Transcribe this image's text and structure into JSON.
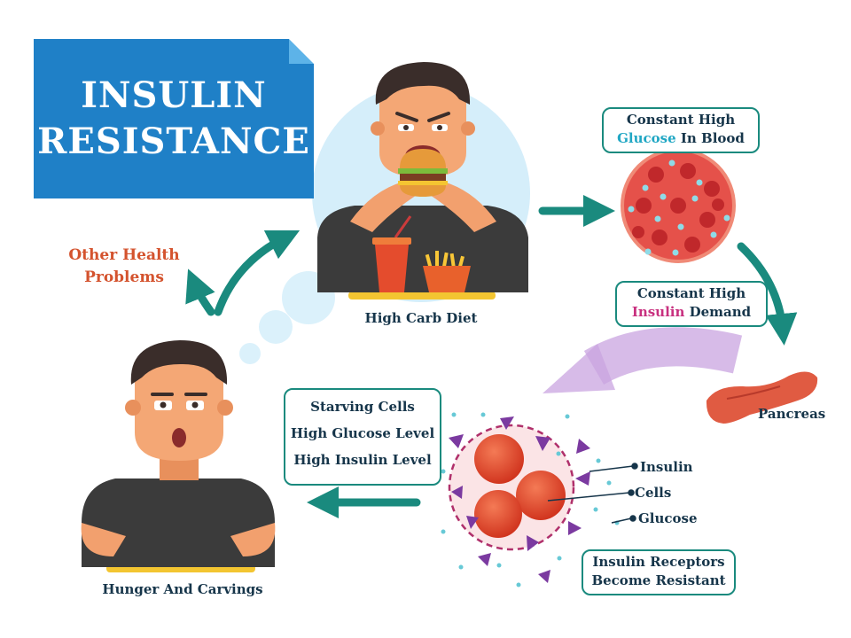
{
  "title": {
    "line1": "INSULIN",
    "line2": "RESISTANCE"
  },
  "nodes": {
    "high_carb_diet": "High Carb Diet",
    "glucose_box": {
      "part1": "Constant High",
      "highlight": "Glucose",
      "part2": "In Blood"
    },
    "insulin_demand_box": {
      "part1": "Constant High",
      "highlight": "Insulin",
      "part2": "Demand"
    },
    "pancreas": "Pancreas",
    "cell_labels": {
      "insulin": "Insulin",
      "cells": "Cells",
      "glucose": "Glucose"
    },
    "receptors_box": {
      "line1": "Insulin Receptors",
      "line2": "Become Resistant"
    },
    "starving_box": {
      "line1": "Starving Cells",
      "line2": "High Glucose Level",
      "line3": "High Insulin Level"
    },
    "hunger": "Hunger And Carvings",
    "other_health": {
      "line1": "Other Health",
      "line2": "Problems"
    }
  },
  "colors": {
    "title_bg": "#1f80c7",
    "arrow_teal": "#1a8a7e",
    "highlight_glucose": "#21a7c4",
    "highlight_insulin": "#c8307f",
    "other_health_text": "#d4532e",
    "receptor_purple": "#7b3aa0"
  },
  "icons": [
    "burger-icon",
    "soda-cup-icon",
    "fries-icon",
    "blood-cell-icon",
    "pancreas-icon",
    "insulin-triangle-icon",
    "cell-cluster-icon",
    "thought-bubble-icon"
  ]
}
